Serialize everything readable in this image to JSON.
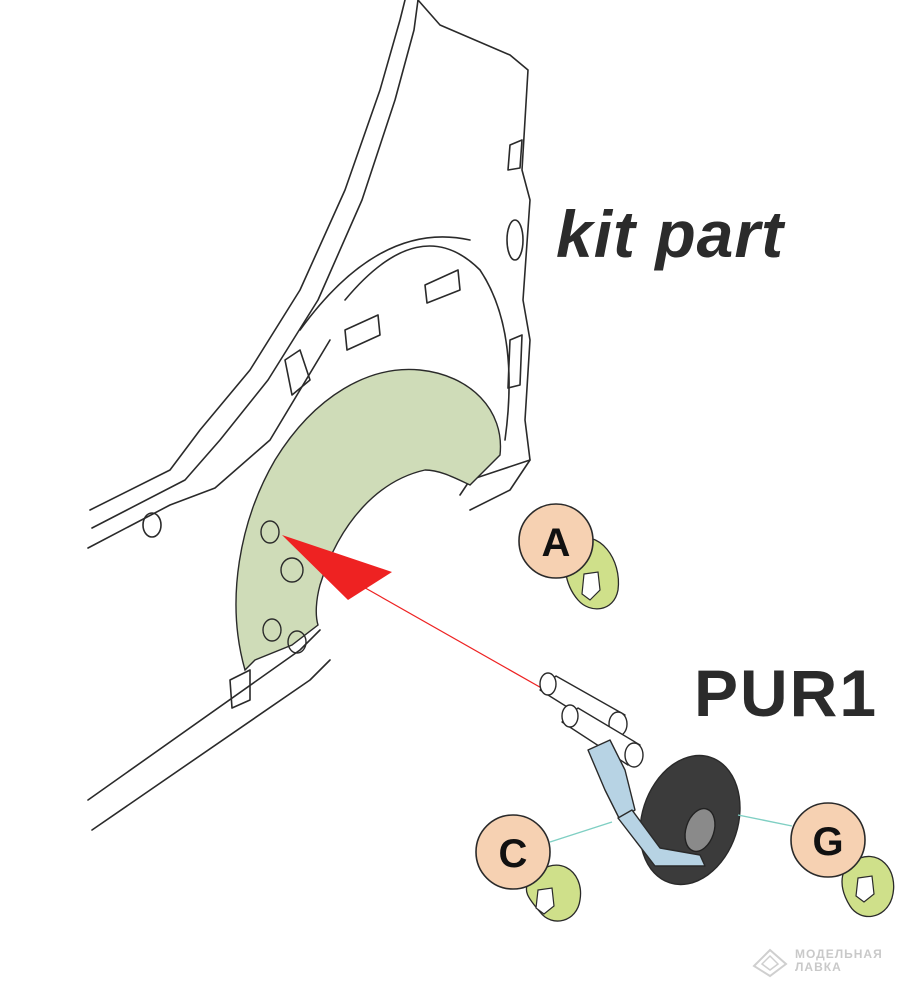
{
  "labels": {
    "kit_part": "kit part",
    "part_number": "PUR1"
  },
  "callouts": [
    {
      "letter": "A"
    },
    {
      "letter": "C"
    },
    {
      "letter": "G"
    }
  ],
  "watermark": {
    "line1": "МОДЕЛЬНАЯ",
    "line2": "ЛАВКА"
  },
  "colors": {
    "highlight_part": "#cfdcb8",
    "arrow": "#ee2222",
    "badge": "#f6d1b2",
    "badge_tab": "#cfe08a",
    "leader": "#7fcfc3",
    "wheel": "#3b3b3b",
    "strut": "#b7d3e4"
  }
}
